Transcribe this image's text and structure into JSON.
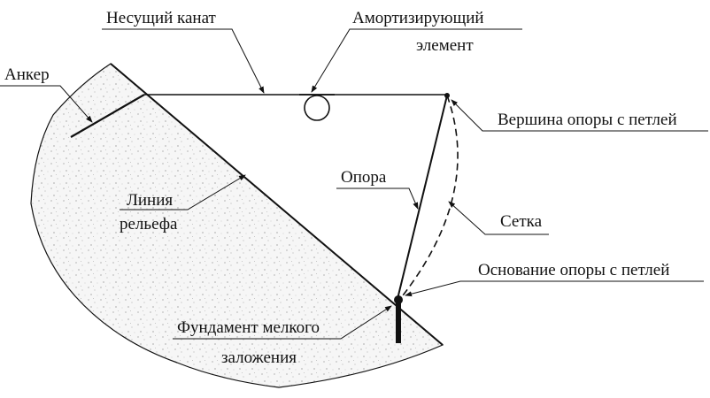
{
  "labels": {
    "cable": "Несущий канат",
    "damper_line1": "Амортизирующий",
    "damper_line2": "элемент",
    "anchor": "Анкер",
    "pole_top": "Вершина опоры с петлей",
    "pole": "Опора",
    "relief_line1": "Линия",
    "relief_line2": "рельефа",
    "net": "Сетка",
    "pole_base": "Основание опоры с петлей",
    "foundation_line1": "Фундамент мелкого",
    "foundation_line2": "заложения"
  },
  "colors": {
    "ink": "#111111",
    "soil": "#f4f4f4"
  }
}
